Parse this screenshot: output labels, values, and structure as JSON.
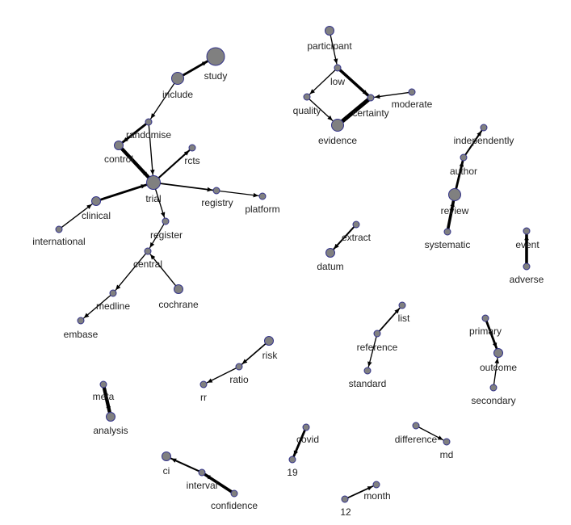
{
  "colors": {
    "node_fill": "#808080",
    "node_stroke": "#33338a",
    "edge": "#000000",
    "edge_light": "#9a9a9a",
    "label": "#222222"
  },
  "chart_data": {
    "type": "network",
    "nodes": [
      {
        "id": "study",
        "label": "study",
        "weight": 5
      },
      {
        "id": "include",
        "label": "include",
        "weight": 3
      },
      {
        "id": "randomise",
        "label": "randomise",
        "weight": 1
      },
      {
        "id": "control",
        "label": "control",
        "weight": 2
      },
      {
        "id": "trial",
        "label": "trial",
        "weight": 4
      },
      {
        "id": "rcts",
        "label": "rcts",
        "weight": 1
      },
      {
        "id": "clinical",
        "label": "clinical",
        "weight": 2
      },
      {
        "id": "international",
        "label": "international",
        "weight": 1
      },
      {
        "id": "registry",
        "label": "registry",
        "weight": 1
      },
      {
        "id": "platform",
        "label": "platform",
        "weight": 1
      },
      {
        "id": "register",
        "label": "register",
        "weight": 1
      },
      {
        "id": "central",
        "label": "central",
        "weight": 1
      },
      {
        "id": "cochrane",
        "label": "cochrane",
        "weight": 2
      },
      {
        "id": "medline",
        "label": "medline",
        "weight": 1
      },
      {
        "id": "embase",
        "label": "embase",
        "weight": 1
      },
      {
        "id": "participant",
        "label": "participant",
        "weight": 2
      },
      {
        "id": "low",
        "label": "low",
        "weight": 1
      },
      {
        "id": "quality",
        "label": "quality",
        "weight": 1
      },
      {
        "id": "certainty",
        "label": "certainty",
        "weight": 1
      },
      {
        "id": "moderate",
        "label": "moderate",
        "weight": 1
      },
      {
        "id": "evidence",
        "label": "evidence",
        "weight": 3
      },
      {
        "id": "independently",
        "label": "independently",
        "weight": 1
      },
      {
        "id": "author",
        "label": "author",
        "weight": 1
      },
      {
        "id": "review",
        "label": "review",
        "weight": 3
      },
      {
        "id": "systematic",
        "label": "systematic",
        "weight": 1
      },
      {
        "id": "extract",
        "label": "extract",
        "weight": 1
      },
      {
        "id": "datum",
        "label": "datum",
        "weight": 2
      },
      {
        "id": "event",
        "label": "event",
        "weight": 1
      },
      {
        "id": "adverse",
        "label": "adverse",
        "weight": 1
      },
      {
        "id": "list",
        "label": "list",
        "weight": 1
      },
      {
        "id": "reference",
        "label": "reference",
        "weight": 1
      },
      {
        "id": "standard",
        "label": "standard",
        "weight": 1
      },
      {
        "id": "primary",
        "label": "primary",
        "weight": 1
      },
      {
        "id": "outcome",
        "label": "outcome",
        "weight": 2
      },
      {
        "id": "secondary",
        "label": "secondary",
        "weight": 1
      },
      {
        "id": "risk",
        "label": "risk",
        "weight": 2
      },
      {
        "id": "ratio",
        "label": "ratio",
        "weight": 1
      },
      {
        "id": "rr",
        "label": "rr",
        "weight": 1
      },
      {
        "id": "meta",
        "label": "meta",
        "weight": 1
      },
      {
        "id": "analysis",
        "label": "analysis",
        "weight": 2
      },
      {
        "id": "covid",
        "label": "covid",
        "weight": 1
      },
      {
        "id": "19",
        "label": "19",
        "weight": 1
      },
      {
        "id": "difference",
        "label": "difference",
        "weight": 1
      },
      {
        "id": "md",
        "label": "md",
        "weight": 1
      },
      {
        "id": "ci",
        "label": "ci",
        "weight": 2
      },
      {
        "id": "interval",
        "label": "interval",
        "weight": 1
      },
      {
        "id": "confidence",
        "label": "confidence",
        "weight": 1
      },
      {
        "id": "12",
        "label": "12",
        "weight": 1
      },
      {
        "id": "month",
        "label": "month",
        "weight": 1
      }
    ],
    "edges": [
      {
        "source": "include",
        "target": "study",
        "weight": 3
      },
      {
        "source": "include",
        "target": "randomise",
        "weight": 1
      },
      {
        "source": "randomise",
        "target": "control",
        "weight": 3
      },
      {
        "source": "randomise",
        "target": "trial",
        "weight": 1
      },
      {
        "source": "control",
        "target": "trial",
        "weight": 5
      },
      {
        "source": "clinical",
        "target": "trial",
        "weight": 3
      },
      {
        "source": "international",
        "target": "clinical",
        "weight": 1
      },
      {
        "source": "trial",
        "target": "rcts",
        "weight": 2
      },
      {
        "source": "trial",
        "target": "registry",
        "weight": 1.5
      },
      {
        "source": "registry",
        "target": "platform",
        "weight": 1
      },
      {
        "source": "trial",
        "target": "register",
        "weight": 1
      },
      {
        "source": "register",
        "target": "central",
        "weight": 1
      },
      {
        "source": "cochrane",
        "target": "central",
        "weight": 1
      },
      {
        "source": "central",
        "target": "medline",
        "weight": 1
      },
      {
        "source": "medline",
        "target": "embase",
        "weight": 1
      },
      {
        "source": "participant",
        "target": "low",
        "weight": 1
      },
      {
        "source": "low",
        "target": "quality",
        "weight": 1
      },
      {
        "source": "low",
        "target": "certainty",
        "weight": 4
      },
      {
        "source": "quality",
        "target": "evidence",
        "weight": 1
      },
      {
        "source": "moderate",
        "target": "certainty",
        "weight": 1
      },
      {
        "source": "certainty",
        "target": "evidence",
        "weight": 6
      },
      {
        "source": "author",
        "target": "independently",
        "weight": 2
      },
      {
        "source": "review",
        "target": "author",
        "weight": 3
      },
      {
        "source": "systematic",
        "target": "review",
        "weight": 4
      },
      {
        "source": "extract",
        "target": "datum",
        "weight": 2
      },
      {
        "source": "adverse",
        "target": "event",
        "weight": 4
      },
      {
        "source": "reference",
        "target": "list",
        "weight": 1.5
      },
      {
        "source": "reference",
        "target": "standard",
        "weight": 1
      },
      {
        "source": "primary",
        "target": "outcome",
        "weight": 3
      },
      {
        "source": "secondary",
        "target": "outcome",
        "weight": 1
      },
      {
        "source": "risk",
        "target": "ratio",
        "weight": 1.5
      },
      {
        "source": "ratio",
        "target": "rr",
        "weight": 1
      },
      {
        "source": "meta",
        "target": "analysis",
        "weight": 5
      },
      {
        "source": "covid",
        "target": "19",
        "weight": 3
      },
      {
        "source": "difference",
        "target": "md",
        "weight": 1
      },
      {
        "source": "confidence",
        "target": "interval",
        "weight": 4
      },
      {
        "source": "interval",
        "target": "ci",
        "weight": 2
      },
      {
        "source": "12",
        "target": "month",
        "weight": 1.5
      }
    ]
  }
}
